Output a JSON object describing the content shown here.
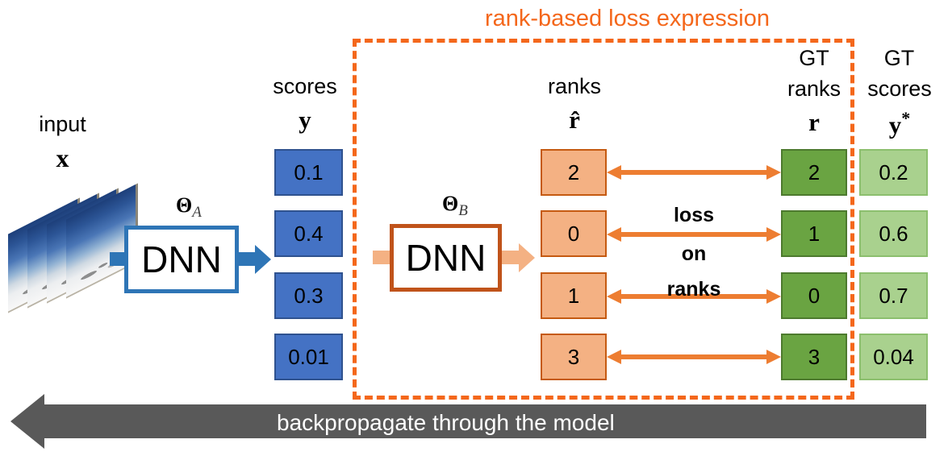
{
  "figure": {
    "title": "rank-based loss expression",
    "title_color": "#F4671B",
    "backprop_label": "backpropagate through the model"
  },
  "input": {
    "label": "input",
    "symbol": "x",
    "icon": "image-stack-icon"
  },
  "networks": [
    {
      "name": "DNN",
      "params_symbol": "Θ",
      "params_subscript": "A",
      "color": "#2E75B6"
    },
    {
      "name": "DNN",
      "params_symbol": "Θ",
      "params_subscript": "B",
      "color": "#C0531A"
    }
  ],
  "columns": [
    {
      "id": "scores",
      "header_line1": "scores",
      "header_line2": "",
      "symbol": "y",
      "symbol_sup": "",
      "fill": "#4472C4",
      "border": "#2F528F",
      "values": [
        "0.1",
        "0.4",
        "0.3",
        "0.01"
      ]
    },
    {
      "id": "predicted-ranks",
      "header_line1": "ranks",
      "header_line2": "",
      "symbol": "r̂",
      "symbol_sup": "",
      "fill": "#F4B183",
      "border": "#C55A11",
      "values": [
        "2",
        "0",
        "1",
        "3"
      ]
    },
    {
      "id": "gt-ranks",
      "header_line1": "GT",
      "header_line2": "ranks",
      "symbol": "r",
      "symbol_sup": "",
      "fill": "#6AA442",
      "border": "#4D7A2E",
      "values": [
        "2",
        "1",
        "0",
        "3"
      ]
    },
    {
      "id": "gt-scores",
      "header_line1": "GT",
      "header_line2": "scores",
      "symbol": "y",
      "symbol_sup": "*",
      "fill": "#A9D18E",
      "border": "#8CBF6E",
      "values": [
        "0.2",
        "0.6",
        "0.7",
        "0.04"
      ]
    }
  ],
  "loss": {
    "line1": "loss",
    "line2": "on",
    "line3": "ranks",
    "arrow_color": "#ED7D31"
  },
  "chart_data": {
    "type": "table",
    "title": "rank-based loss expression",
    "columns": [
      "scores y",
      "ranks r̂",
      "GT ranks r",
      "GT scores y*"
    ],
    "rows": [
      [
        "0.1",
        "2",
        "2",
        "0.2"
      ],
      [
        "0.4",
        "0",
        "1",
        "0.6"
      ],
      [
        "0.3",
        "1",
        "0",
        "0.7"
      ],
      [
        "0.01",
        "3",
        "3",
        "0.04"
      ]
    ]
  }
}
